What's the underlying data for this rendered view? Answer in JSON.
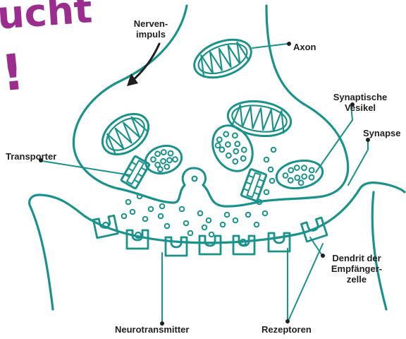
{
  "colors": {
    "line": "#18928b",
    "text": "#1f1f1f",
    "accent": "#9b2d8e"
  },
  "title_fragment": {
    "line1": "ucht",
    "line2": "!"
  },
  "labels": {
    "nervenimpuls": [
      "Nerven-",
      "impuls"
    ],
    "axon": "Axon",
    "synaptische_vesikel": [
      "Synaptische",
      "Vesikel"
    ],
    "synapse": "Synapse",
    "transporter": "Transporter",
    "dendrit": [
      "Dendrit der",
      "Empfänger-",
      "zelle"
    ],
    "neurotransmitter": "Neurotransmitter",
    "rezeptoren": "Rezeptoren"
  }
}
